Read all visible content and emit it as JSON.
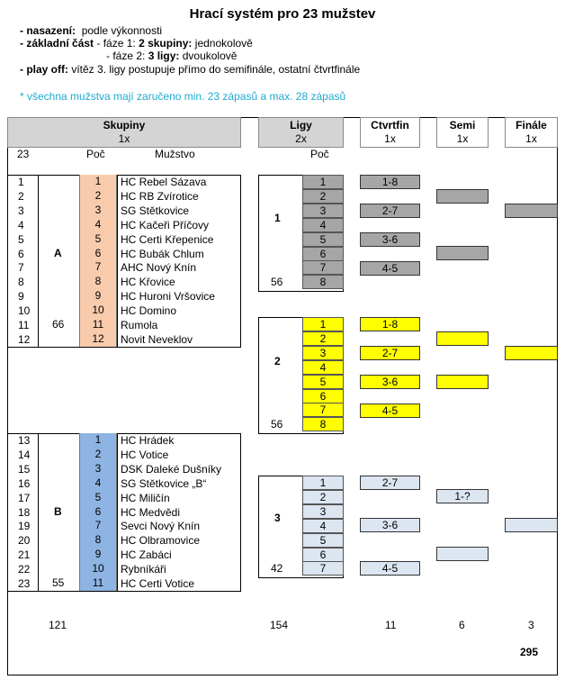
{
  "title": "Hrací systém pro 23 mužstev",
  "info": {
    "l1_label": "- nasazení:",
    "l1_text": "podle výkonnosti",
    "l2_label": "- základní část",
    "l2_a": "- fáze 1:",
    "l2_b": "2 skupiny:",
    "l2_c": "jednokolově",
    "l3_a": "- fáze 2:",
    "l3_b": "3 ligy:",
    "l3_c": "dvoukolově",
    "l4_label": "- play off:",
    "l4_text": "vítěz 3. ligy postupuje přímo do semifinále, ostatní čtvrtfinále"
  },
  "note": "* všechna mužstva mají zaručeno min. 23 zápasů a max. 28 zápasů",
  "headers": {
    "skupiny": "Skupiny",
    "skupiny_sub": "1x",
    "ligy": "Ligy",
    "ligy_sub": "2x",
    "ctvrtfin": "Ctvrtfin",
    "ctvrtfin_sub": "1x",
    "semi": "Semi",
    "semi_sub": "1x",
    "finale": "Finále",
    "finale_sub": "1x"
  },
  "subheaders": {
    "count": "23",
    "poc1": "Poč",
    "muzstvo": "Mužstvo",
    "poc2": "Poč"
  },
  "groups": {
    "A": {
      "label": "A",
      "matches": "66",
      "teams": [
        "HC Rebel Sázava",
        "HC RB Zvírotice",
        "SG Stětkovice",
        "HC Kačeři Příčovy",
        "HC Certi Křepenice",
        "HC Bubák Chlum",
        "AHC Nový Knín",
        "HC Křovice",
        "HC Huroni Vršovice",
        "HC Domino",
        "Rumola",
        "Novit Neveklov"
      ],
      "color": "#f8cbad"
    },
    "B": {
      "label": "B",
      "matches": "55",
      "teams": [
        "HC Hrádek",
        "HC Votice",
        "DSK Daleké Dušníky",
        "SG Stětkovice „B“",
        "HC Miličín",
        "HC Medvědi",
        "Sevci Nový Knín",
        "HC Olbramovice",
        "HC Zabáci",
        "Rybníkáři",
        "HC Certi Votice"
      ],
      "color": "#8db4e2"
    }
  },
  "leagues": [
    {
      "label": "1",
      "matches": "56",
      "count": 8,
      "color": "#a6a6a6"
    },
    {
      "label": "2",
      "matches": "56",
      "count": 8,
      "color": "#ffff00"
    },
    {
      "label": "3",
      "matches": "42",
      "count": 7,
      "color": "#dce6f1"
    }
  ],
  "playoff": {
    "qf1": [
      "1-8",
      "2-7",
      "3-6",
      "4-5"
    ],
    "qf2": [
      "1-8",
      "2-7",
      "3-6",
      "4-5"
    ],
    "qf3": [
      "2-7",
      "3-6",
      "4-5"
    ],
    "semi3": "1-?"
  },
  "totals": {
    "groups": "121",
    "leagues": "154",
    "qf": "11",
    "semi": "6",
    "final": "3",
    "grand": "295"
  }
}
